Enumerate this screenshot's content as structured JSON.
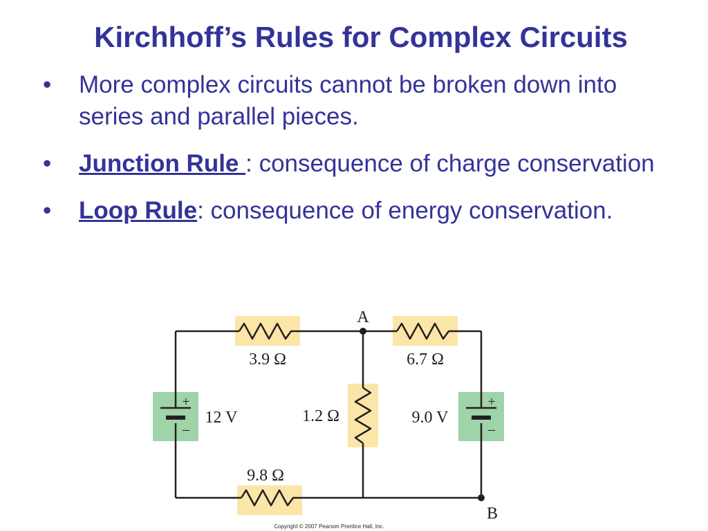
{
  "slide": {
    "title": "Kirchhoff’s Rules for Complex Circuits",
    "bullet_glyph": "•",
    "bullets": [
      {
        "text": "More complex circuits cannot be broken down into series and parallel pieces."
      },
      {
        "term": "Junction Rule ",
        "text": ": consequence of charge conservation"
      },
      {
        "term": "Loop Rule",
        "text": ": consequence of energy conservation."
      }
    ]
  },
  "circuit": {
    "nodes": {
      "a": "A",
      "b": "B"
    },
    "resistors": {
      "top_left": "3.9 Ω",
      "top_right": "6.7 Ω",
      "middle": "1.2 Ω",
      "bottom": "9.8 Ω"
    },
    "batteries": {
      "left": "12 V",
      "right": "9.0 V",
      "plus_sign": "+",
      "minus_sign": "–"
    },
    "copyright": "Copyright © 2007 Pearson Prentice Hall, Inc.",
    "colors": {
      "wire": "#231f20",
      "resistor_highlight": "#fbe6a8",
      "battery_highlight": "#9fd3a8"
    }
  }
}
